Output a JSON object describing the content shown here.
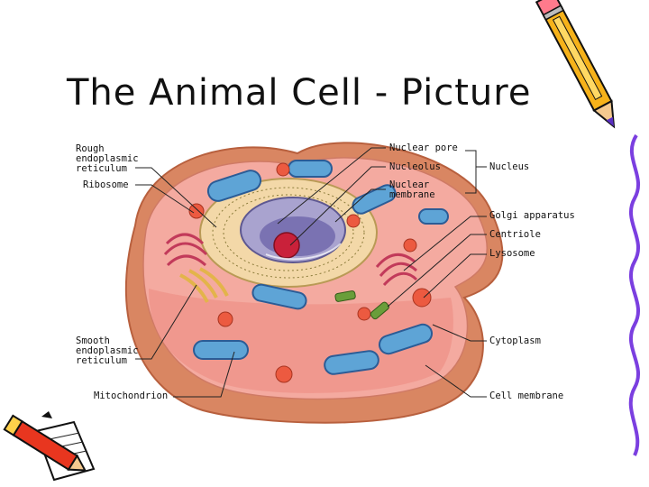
{
  "slide": {
    "title": "The Animal Cell - Picture"
  },
  "diagram": {
    "labels_left": {
      "rough_er": "Rough\nendoplasmic\nreticulum",
      "ribosome": "Ribosome",
      "smooth_er": "Smooth\nendoplasmic\nreticulum",
      "mitochondrion": "Mitochondrion"
    },
    "labels_right": {
      "nuclear_pore": "Nuclear pore",
      "nucleolus": "Nucleolus",
      "nuclear_membrane": "Nuclear\nmembrane",
      "nucleus": "Nucleus",
      "golgi": "Golgi apparatus",
      "centriole": "Centriole",
      "lysosome": "Lysosome",
      "cytoplasm": "Cytoplasm",
      "cell_membrane": "Cell membrane"
    }
  },
  "clipart": {
    "top_right": "pencil-icon",
    "bottom_left": "pencil-and-notepad-icon",
    "right_edge": "purple-wavy-border"
  }
}
